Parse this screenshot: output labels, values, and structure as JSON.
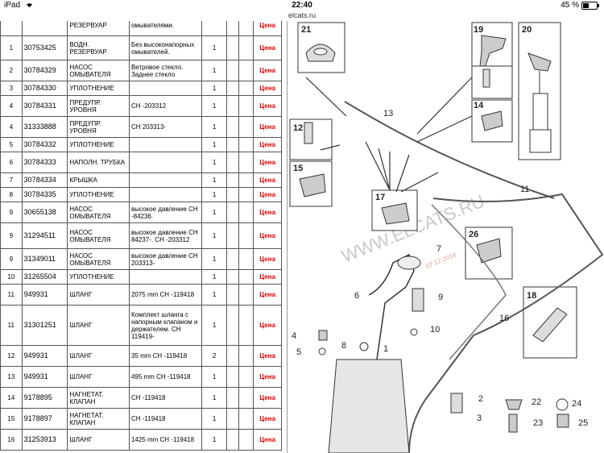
{
  "statusbar": {
    "device": "iPad",
    "time": "22:40",
    "battery": "45 %"
  },
  "browser": {
    "url": "elcats.ru"
  },
  "table": {
    "rows": [
      {
        "num": "",
        "code": "",
        "name": "РЕЗЕРВУАР",
        "note": "омывателями.",
        "qty": "",
        "price": "Цена"
      },
      {
        "num": "1",
        "code": "30753425",
        "name": "ВОДН. РЕЗЕРВУАР",
        "note": "Без высоконапорных омывателей.",
        "qty": "1",
        "price": "Цена"
      },
      {
        "num": "2",
        "code": "30784329",
        "name": "НАСОС ОМЫВАТЕЛЯ",
        "note": "Ветровое стекло. Заднее стекло",
        "qty": "1",
        "price": "Цена"
      },
      {
        "num": "3",
        "code": "30784330",
        "name": "УПЛОТНЕНИЕ",
        "note": "",
        "qty": "1",
        "price": "Цена"
      },
      {
        "num": "4",
        "code": "30784331",
        "name": "ПРЕДУПР. УРОВНЯ",
        "note": "CH -203312",
        "qty": "1",
        "price": "Цена"
      },
      {
        "num": "4",
        "code": "31333888",
        "name": "ПРЕДУПР. УРОВНЯ",
        "note": "CH 203313-",
        "qty": "1",
        "price": "Цена"
      },
      {
        "num": "5",
        "code": "30784332",
        "name": "УПЛОТНЕНИЕ",
        "note": "",
        "qty": "1",
        "price": "Цена"
      },
      {
        "num": "6",
        "code": "30784333",
        "name": "НАПОЛН. ТРУБКА",
        "note": "",
        "qty": "1",
        "price": "Цена"
      },
      {
        "num": "7",
        "code": "30784334",
        "name": "КРЫШКА",
        "note": "",
        "qty": "1",
        "price": "Цена"
      },
      {
        "num": "8",
        "code": "30784335",
        "name": "УПЛОТНЕНИЕ",
        "note": "",
        "qty": "1",
        "price": "Цена"
      },
      {
        "num": "9",
        "code": "30655138",
        "name": "НАСОС ОМЫВАТЕЛЯ",
        "note": "высокое давление CH -84236.",
        "qty": "1",
        "price": "Цена"
      },
      {
        "num": "9",
        "code": "31294511",
        "name": "НАСОС ОМЫВАТЕЛЯ",
        "note": "высокое давление CH 84237-. CH -203312",
        "qty": "1",
        "price": "Цена"
      },
      {
        "num": "9",
        "code": "31349011",
        "name": "НАСОС ОМЫВАТЕЛЯ",
        "note": "высокое давление CH 203313-",
        "qty": "1",
        "price": "Цена"
      },
      {
        "num": "10",
        "code": "31265504",
        "name": "УПЛОТНЕНИЕ",
        "note": "",
        "qty": "1",
        "price": "Цена"
      },
      {
        "num": "11",
        "code": "949931",
        "name": "ШЛАНГ",
        "note": "2075 mm CH -119418",
        "qty": "1",
        "price": "Цена"
      },
      {
        "num": "11",
        "code": "31301251",
        "name": "ШЛАНГ",
        "note": "Комплект шланга с напорным клапаном и держателем. CH 119419-",
        "qty": "1",
        "price": "Цена"
      },
      {
        "num": "12",
        "code": "949931",
        "name": "ШЛАНГ",
        "note": "35 mm CH -119418",
        "qty": "2",
        "price": "Цена"
      },
      {
        "num": "13",
        "code": "949931",
        "name": "ШЛАНГ",
        "note": "495 mm CH -119418",
        "qty": "1",
        "price": "Цена"
      },
      {
        "num": "14",
        "code": "9178895",
        "name": "НАГНЕТАТ. КЛАПАН",
        "note": "CH -119418",
        "qty": "1",
        "price": "Цена"
      },
      {
        "num": "15",
        "code": "9178897",
        "name": "НАГНЕТАТ. КЛАПАН",
        "note": "CH -119418",
        "qty": "1",
        "price": "Цена"
      },
      {
        "num": "16",
        "code": "31253913",
        "name": "ШЛАНГ",
        "note": "1425 mm CH -119418",
        "qty": "1",
        "price": "Цена"
      }
    ]
  },
  "diagram": {
    "watermark": "WWW.ELCATS.RU",
    "watermark_date": "07.12.2016",
    "labels": [
      "1",
      "2",
      "3",
      "4",
      "5",
      "6",
      "7",
      "8",
      "9",
      "10",
      "11",
      "12",
      "13",
      "14",
      "15",
      "16",
      "17",
      "18",
      "19",
      "20",
      "21",
      "22",
      "23",
      "24",
      "25",
      "26"
    ]
  }
}
